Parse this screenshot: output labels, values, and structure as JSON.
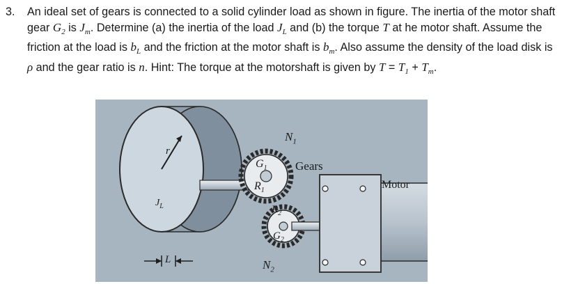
{
  "problem": {
    "number": "3.",
    "segments": [
      {
        "k": "t",
        "v": "An ideal set of gears is connected to a solid cylinder load as shown in figure. The inertia of the motor shaft gear "
      },
      {
        "k": "m",
        "v": "G",
        "s": "2"
      },
      {
        "k": "t",
        "v": " is "
      },
      {
        "k": "m",
        "v": "J",
        "s": "m"
      },
      {
        "k": "t",
        "v": ". Determine (a) the inertia of the load "
      },
      {
        "k": "m",
        "v": "J",
        "s": "L"
      },
      {
        "k": "t",
        "v": " and (b) the torque "
      },
      {
        "k": "m",
        "v": "T"
      },
      {
        "k": "t",
        "v": " at he motor shaft. Assume the friction at the load is "
      },
      {
        "k": "m",
        "v": "b",
        "s": "L"
      },
      {
        "k": "t",
        "v": " and the friction at the motor shaft is "
      },
      {
        "k": "m",
        "v": "b",
        "s": "m"
      },
      {
        "k": "t",
        "v": ". Also assume the density of the load disk is "
      },
      {
        "k": "m",
        "v": "ρ"
      },
      {
        "k": "t",
        "v": " and the gear ratio is "
      },
      {
        "k": "m",
        "v": "n"
      },
      {
        "k": "t",
        "v": ". Hint: The torque at the motorshaft is given by "
      },
      {
        "k": "m",
        "v": "T"
      },
      {
        "k": "t",
        "v": " = "
      },
      {
        "k": "m",
        "v": "T",
        "s": "1"
      },
      {
        "k": "t",
        "v": " + "
      },
      {
        "k": "m",
        "v": "T",
        "s": "m"
      },
      {
        "k": "t",
        "v": "."
      }
    ]
  },
  "figure": {
    "labels": {
      "radius": "r",
      "load_inertia": "J",
      "load_inertia_sub": "L",
      "length": "L",
      "n1": "N",
      "n1_sub": "1",
      "g1": "G",
      "g1_sub": "1",
      "r1": "R",
      "r1_sub": "1",
      "gears": "Gears",
      "r2": "R",
      "r2_sub": "2",
      "g2": "G",
      "g2_sub": "2",
      "n2": "N",
      "n2_sub": "2",
      "motor": "Motor"
    },
    "colors": {
      "background": "#a7b5c1",
      "disk_face": "#cdd7df",
      "disk_rim": "#8797a6",
      "gear": "#e8ecef",
      "motor_plate": "#c9d2da",
      "motor_body": "#b6c1cb"
    }
  }
}
